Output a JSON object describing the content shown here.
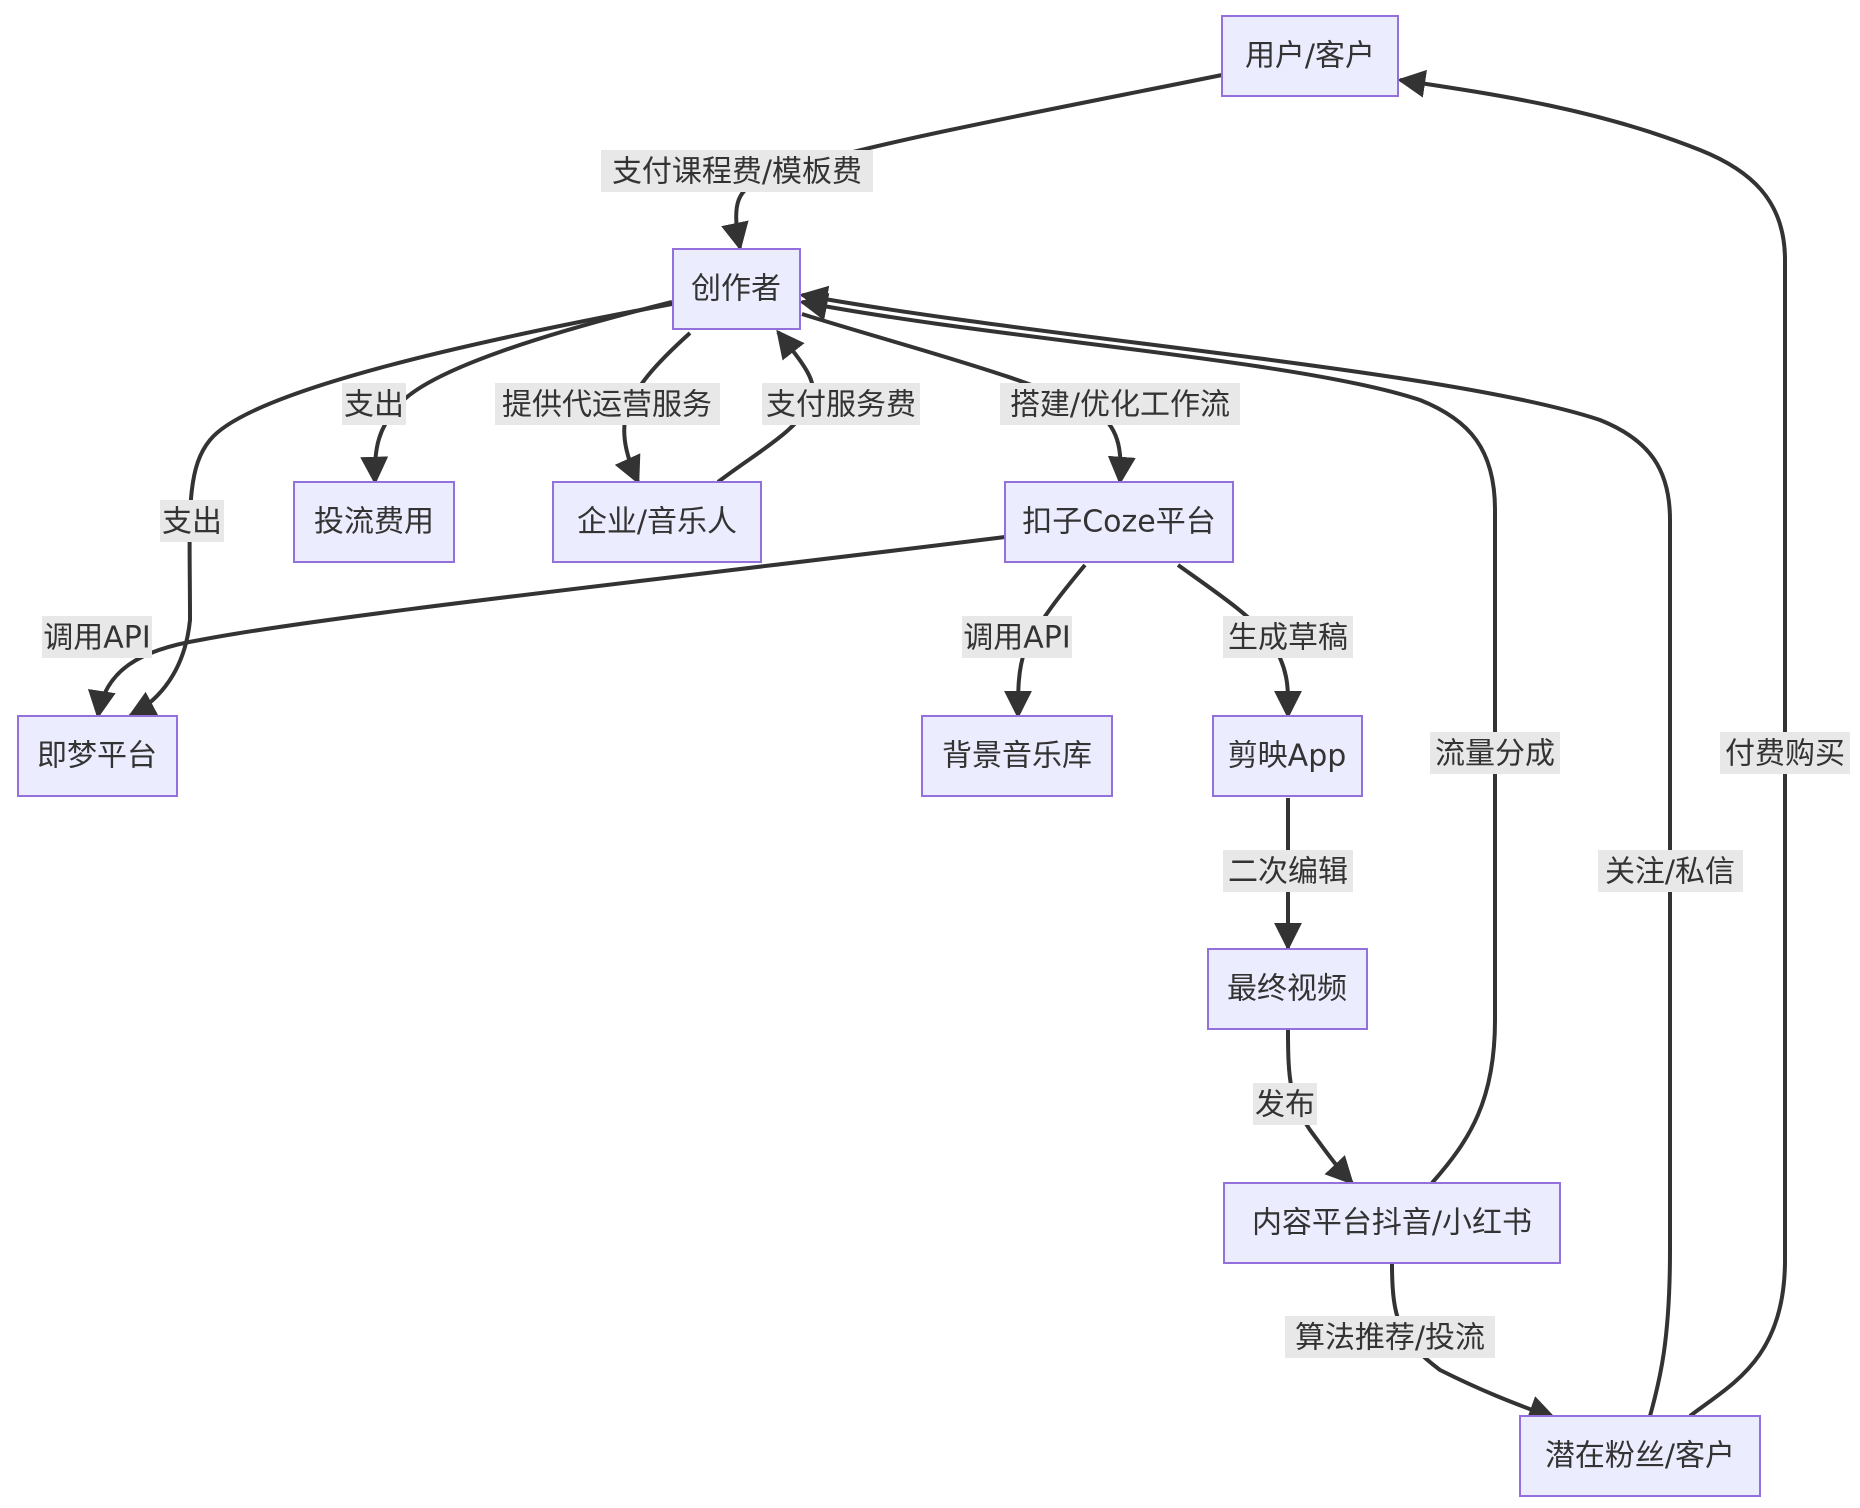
{
  "nodes": {
    "user_customer": "用户/客户",
    "creator": "创作者",
    "ad_cost": "投流费用",
    "enterprise_musician": "企业/音乐人",
    "coze_platform": "扣子Coze平台",
    "jimeng_platform": "即梦平台",
    "bgm_library": "背景音乐库",
    "jianying_app": "剪映App",
    "final_video": "最终视频",
    "content_platform": "内容平台抖音/小红书",
    "potential_fans": "潜在粉丝/客户"
  },
  "edges": {
    "pay_course_template": "支付课程费/模板费",
    "spend_ads": "支出",
    "spend_jimeng": "支出",
    "provide_ops_service": "提供代运营服务",
    "pay_service_fee": "支付服务费",
    "build_workflow": "搭建/优化工作流",
    "call_api_jimeng": "调用API",
    "call_api_bgm": "调用API",
    "generate_draft": "生成草稿",
    "secondary_edit": "二次编辑",
    "publish": "发布",
    "traffic_share": "流量分成",
    "algo_recommend": "算法推荐/投流",
    "follow_dm": "关注/私信",
    "paid_purchase": "付费购买"
  },
  "colors": {
    "node_fill": "#ECECFF",
    "node_border": "#9370DB",
    "edge": "#333333",
    "label_bg": "#e8e8e8",
    "text": "#333333"
  }
}
